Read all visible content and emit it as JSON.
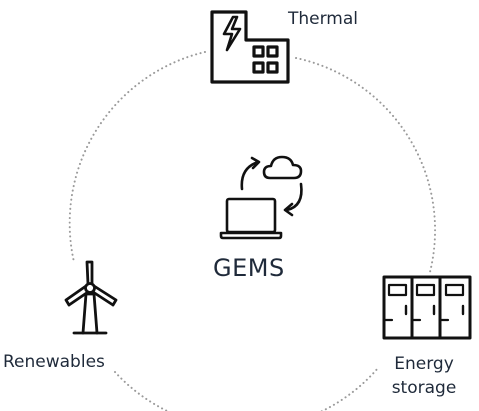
{
  "nodes": {
    "thermal": {
      "label": "Thermal",
      "icon": "factory-lightning-icon"
    },
    "center": {
      "label": "GEMS",
      "icon": "laptop-cloud-sync-icon"
    },
    "renewables": {
      "label": "Renewables",
      "icon": "wind-turbine-icon"
    },
    "storage": {
      "label_line1": "Energy",
      "label_line2": "storage",
      "icon": "battery-storage-cabinet-icon"
    }
  },
  "colors": {
    "stroke": "#111111",
    "ring": "#9a9a9a",
    "text": "#1f2a3a",
    "background": "#ffffff"
  }
}
